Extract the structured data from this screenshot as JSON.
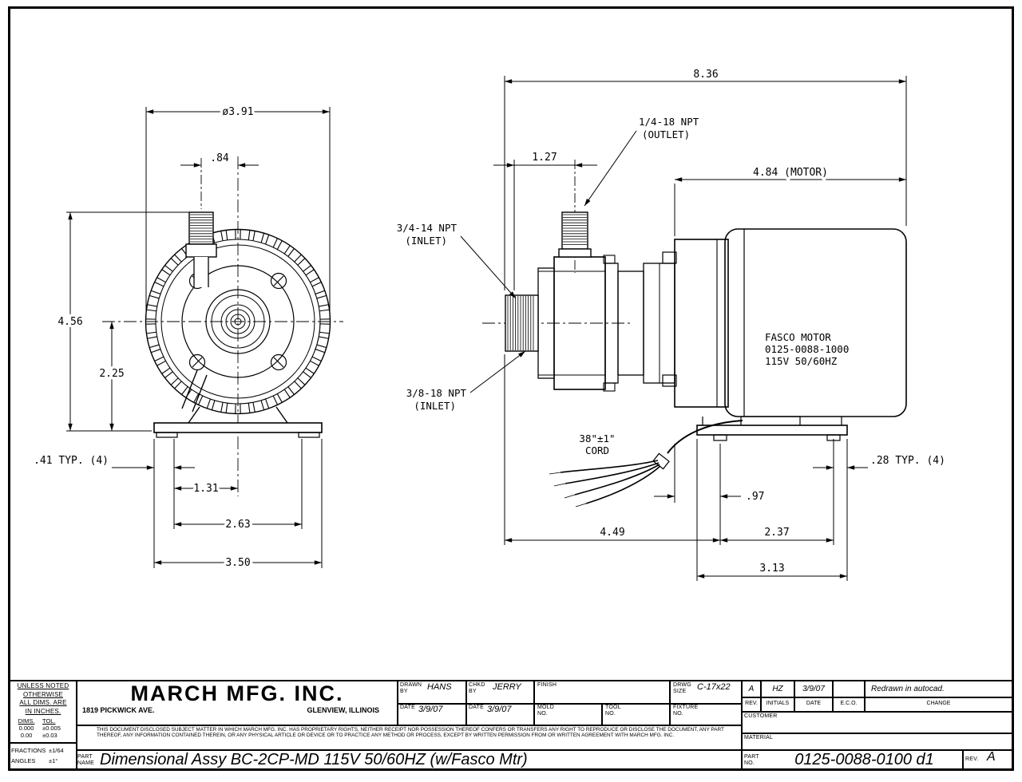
{
  "drawing": {
    "front_view": {
      "dia": "ø3.91",
      "outlet_offset": ".84",
      "overall_height": "4.56",
      "center_height": "2.25",
      "hole_inset": ".41 TYP. (4)",
      "hole_to_center": "1.31",
      "hole_spacing": "2.63",
      "base_width": "3.50"
    },
    "side_view": {
      "overall": "8.36",
      "outlet_line1": "1/4-18 NPT",
      "outlet_line2": "(OUTLET)",
      "outlet_to_face": "1.27",
      "motor_length": "4.84  (MOTOR)",
      "inlet34_line1": "3/4-14 NPT",
      "inlet34_line2": "(INLET)",
      "inlet38_line1": "3/8-18 NPT",
      "inlet38_line2": "(INLET)",
      "motor_text": [
        "FASCO MOTOR",
        "0125-0088-1000",
        "115V 50/60HZ"
      ],
      "cord_line1": "38\"±1\"",
      "cord_line2": "CORD",
      "foot_inset": ".28 TYP. (4)",
      "face_to_foot": ".97",
      "inlet_to_foot": "4.49",
      "foot_spacing": "2.37",
      "base_length": "3.13"
    }
  },
  "titleblock": {
    "unless_noted": [
      "UNLESS NOTED",
      "OTHERWISE",
      "ALL DIMS. ARE",
      "IN INCHES."
    ],
    "dims_label": "DIMS.",
    "tol_label": "TOL.",
    "tol_rows": [
      {
        "dim": "0.000",
        "tol": "±0.005"
      },
      {
        "dim": "0.00",
        "tol": "±0.03"
      }
    ],
    "fractions_label": "FRACTIONS",
    "fractions_val": "±1/64",
    "angles_label": "ANGLES",
    "angles_val": "±1°",
    "company_name": "MARCH MFG. INC.",
    "address": "1819 PICKWICK AVE.",
    "city": "GLENVIEW,  ILLINOIS",
    "disclaimer": "THIS DOCUMENT DISCLOSED SUBJECT MATTER IN WHICH MARCH MFG. INC. HAS PROPRIETARY RIGHTS, NEITHER RECEIPT NOR POSSESSION THEREOF CONFERS OR TRANSFERS ANY RIGHT TO REPRODUCE OR DISCLOSE THE DOCUMENT, ANY PART THEREOF, ANY INFORMATION CONTAINED THEREIN, OR ANY PHYSICAL ARTICLE OR DEVICE OR TO PRACTICE ANY METHOD OR PROCESS, EXCEPT BY WRITTEN PERMISSION FROM OR WRITTEN AGREEMENT WITH MARCH MFG. INC.",
    "drawn_by_label": "DRAWN BY",
    "drawn_by": "HANS",
    "chkd_by_label": "CHKD BY",
    "chkd_by": "JERRY",
    "date_label": "DATE",
    "drawn_date": "3/9/07",
    "chkd_date": "3/9/07",
    "finish_label": "FINISH",
    "mold_label": "MOLD NO.",
    "tool_label": "TOOL NO.",
    "drwg_size_label": "DRWG SIZE",
    "drwg_size": "C-17x22",
    "fixture_label": "FIXTURE NO.",
    "rev_entry": {
      "rev": "A",
      "initials": "HZ",
      "date": "3/9/07",
      "eco": "",
      "change": "Redrawn in autocad."
    },
    "rev_headers": [
      "REV.",
      "INITIALS",
      "DATE",
      "E.C.O.",
      "CHANGE"
    ],
    "customer_label": "CUSTOMER",
    "material_label": "MATERIAL",
    "part_label_1": "PART",
    "part_label_2": "NAME",
    "part_name": "Dimensional Assy BC-2CP-MD 115V 50/60HZ (w/Fasco Mtr)",
    "partno_label_1": "PART",
    "partno_label_2": "NO.",
    "part_no": "0125-0088-0100 d1",
    "rev_label": "REV.",
    "rev": "A"
  }
}
